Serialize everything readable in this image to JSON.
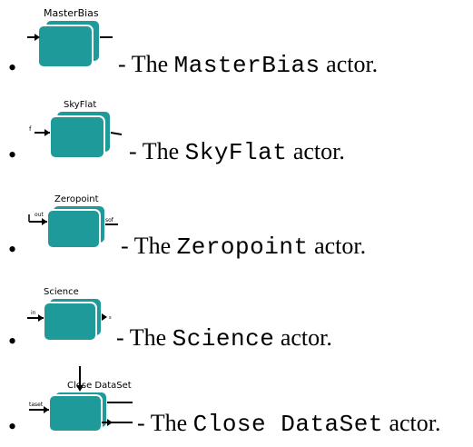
{
  "items": [
    {
      "actor_title": "MasterBias",
      "caption_prefix": "- The ",
      "actor_name": "MasterBias",
      "caption_suffix": " actor."
    },
    {
      "actor_title": "SkyFlat",
      "input_label": "f",
      "caption_prefix": "- The ",
      "actor_name": "SkyFlat",
      "caption_suffix": " actor."
    },
    {
      "actor_title": "Zeropoint",
      "input_label": "out",
      "output_label": "sof",
      "caption_prefix": "- The ",
      "actor_name": "Zeropoint",
      "caption_suffix": " actor."
    },
    {
      "actor_title": "Science",
      "input_label": "in",
      "output_label": "s",
      "caption_prefix": "- The ",
      "actor_name": "Science",
      "caption_suffix": " actor."
    },
    {
      "actor_title": "Close DataSet",
      "input_label": "taset",
      "caption_prefix": "- The ",
      "actor_name": "Close DataSet",
      "caption_suffix": " actor."
    }
  ],
  "colors": {
    "actor_fill": "#1e9a9a",
    "actor_stroke": "#ffffff",
    "bullet": "#000000"
  }
}
